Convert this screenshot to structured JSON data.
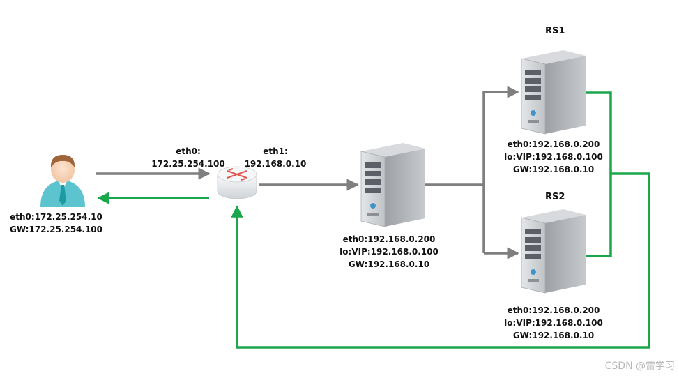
{
  "client": {
    "iface": "eth0:172.25.254.10",
    "gw": "GW:172.25.254.100"
  },
  "router": {
    "eth0_name": "eth0:",
    "eth0_ip": "172.25.254.100",
    "eth1_name": "eth1:",
    "eth1_ip": "192.168.0.10"
  },
  "director": {
    "eth0": "eth0:192.168.0.200",
    "lo": "lo:VIP:192.168.0.100",
    "gw": "GW:192.168.0.10"
  },
  "rs1": {
    "title": "RS1",
    "eth0": "eth0:192.168.0.200",
    "lo": "lo:VIP:192.168.0.100",
    "gw": "GW:192.168.0.10"
  },
  "rs2": {
    "title": "RS2",
    "eth0": "eth0:192.168.0.200",
    "lo": "lo:VIP:192.168.0.100",
    "gw": "GW:192.168.0.10"
  },
  "watermark": "CSDN @雷学习",
  "colors": {
    "request_path": "#7f7f7f",
    "response_path": "#1aa64a",
    "server_body": "#bfc2c6",
    "router_body": "#eef0f2",
    "router_arrows": "#e0554f",
    "person_shirt": "#5cc4cf",
    "person_tie": "#1e9aa5",
    "person_hair": "#a0643a"
  }
}
